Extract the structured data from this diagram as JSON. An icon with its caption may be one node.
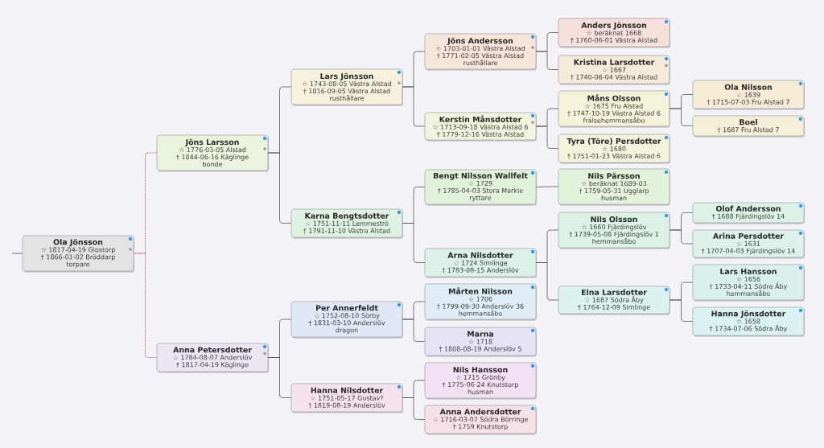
{
  "diagram": {
    "nodes": [
      {
        "text": [
          "Ola Jönsson",
          "☆ 1817-04-19 Glostorp",
          "† 1866-01-02 Bröddarp",
          "torpare"
        ]
      },
      {
        "text": [
          "Jöns Larsson",
          "☆ 1776-03-05 Alstad",
          "† 1844-06-16 Käglinge",
          "bonde"
        ]
      },
      {
        "text": [
          "Anna Petersdotter",
          "☆ 1784-08-07 Anderslöv",
          "† 1817-04-19 Käglinge"
        ]
      },
      {
        "text": [
          "Lars Jönsson",
          "☆ 1743-08-05 Västra Alstad",
          "† 1816-09-05 Västra Alstad",
          "rusthållare"
        ]
      },
      {
        "text": [
          "Karna Bengtsdotter",
          "☆ 1751-11-11 Lemmeströ",
          "† 1791-11-10 Västra Alstad"
        ]
      },
      {
        "text": [
          "Per Annerfeldt",
          "☆ 1752-08-10 Sörby",
          "† 1831-03-10 Anderslöv",
          "dragon"
        ]
      },
      {
        "text": [
          "Hanna Nilsdotter",
          "☆ 1751-05-17 Gustav?",
          "† 1819-08-19 Anderslöv"
        ]
      },
      {
        "text": [
          "Jöns Andersson",
          "☆ 1703-01-01 Västra Alstad",
          "† 1771-02-05 Västra Alstad",
          "rusthållare"
        ]
      },
      {
        "text": [
          "Kerstin Månsdotter",
          "☆ 1713-09-18 Västra Alstad 6",
          "† 1779-12-16 Västra Alstad"
        ]
      },
      {
        "text": [
          "Bengt Nilsson Wallfelt",
          "☆ 1729",
          "† 1785-04-03 Stora Markie",
          "ryttare"
        ]
      },
      {
        "text": [
          "Arna Nilsdotter",
          "☆ 1724 Simlinge",
          "† 1783-08-15 Anderslöv"
        ]
      },
      {
        "text": [
          "Mårten Nilsson",
          "☆ 1706",
          "† 1799-09-30 Anderslöv 36",
          "hemmansåbo"
        ]
      },
      {
        "text": [
          "Marna",
          "☆ 1718",
          "† 1808-08-19 Anderslöv 5"
        ]
      },
      {
        "text": [
          "Nils Hansson",
          "☆ 1715 Grönby",
          "† 1775-06-24 Knutstorp",
          "husman"
        ]
      },
      {
        "text": [
          "Anna Andersdotter",
          "☆ 1716-03-07 Södra Börringe",
          "† 1759 Knutstorp"
        ]
      },
      {
        "text": [
          "Anders Jönsson",
          "☆ beräknat 1668",
          "† 1760-06-01 Västra Alstad"
        ]
      },
      {
        "text": [
          "Kristina Larsdotter",
          "☆ 1667",
          "† 1740-06-04 Västra Alstad"
        ]
      },
      {
        "text": [
          "Måns Olsson",
          "☆ 1675 Fru Alstad",
          "† 1747-10-19 Västra Alstad 6",
          "frälsehemmansåbo"
        ]
      },
      {
        "text": [
          "Tyra (Töre) Persdotter",
          "☆ 1680",
          "† 1751-01-23 Västra Alstad 6"
        ]
      },
      {
        "text": [
          "Nils Pärsson",
          "☆ beräknat 1689-03",
          "† 1759-05-31 Ugglarp",
          "husman"
        ]
      },
      {
        "text": [
          "Nils Olsson",
          "☆ 1660 Fjärdingslöv",
          "† 1739-05-08 Fjärdingslöv 1",
          "hemmansåbo"
        ]
      },
      {
        "text": [
          "Elna Larsdotter",
          "☆ 1687 Södra Åby",
          "† 1764-12-09 Simlinge"
        ]
      },
      {
        "text": [
          "Ola Nilsson",
          "☆ 1639",
          "† 1715-07-03 Fru Alstad 7"
        ]
      },
      {
        "text": [
          "Boel",
          "† 1687 Fru Alstad 7"
        ]
      },
      {
        "text": [
          "Olof Andersson",
          "† 1688 Fjärdingslöv 14"
        ]
      },
      {
        "text": [
          "Arina Persdotter",
          "☆ 1631",
          "† 1707-04-03 Fjärdingslöv 14"
        ]
      },
      {
        "text": [
          "Lars Hansson",
          "☆ 1656",
          "† 1733-04-11 Södra Åby",
          "hemmansåbo"
        ]
      },
      {
        "text": [
          "Hanna Jönsdotter",
          "☆ 1658",
          "† 1734-07-06 Södra Åby"
        ]
      }
    ],
    "edges": [
      {
        "from": null,
        "to": 0,
        "arrow": "none"
      },
      {
        "from": 0,
        "to": 1,
        "arrow": "none",
        "style": "dashed",
        "color": "#b8454f"
      },
      {
        "from": 0,
        "to": 2,
        "arrow": "none",
        "style": "dashed",
        "color": "#b8454f"
      },
      {
        "from": 1,
        "to": 3,
        "arrow": "none"
      },
      {
        "from": 1,
        "to": 4,
        "arrow": "none"
      },
      {
        "from": 2,
        "to": 5,
        "arrow": "none"
      },
      {
        "from": 2,
        "to": 6,
        "arrow": "none"
      },
      {
        "from": 3,
        "to": 7,
        "arrow": "none"
      },
      {
        "from": 3,
        "to": 8,
        "arrow": "none"
      },
      {
        "from": 4,
        "to": 9,
        "arrow": "none"
      },
      {
        "from": 4,
        "to": 10,
        "arrow": "none"
      },
      {
        "from": 5,
        "to": 11,
        "arrow": "none"
      },
      {
        "from": 5,
        "to": 12,
        "arrow": "none"
      },
      {
        "from": 6,
        "to": 13,
        "arrow": "none"
      },
      {
        "from": 6,
        "to": 14,
        "arrow": "none"
      },
      {
        "from": 7,
        "to": 15,
        "arrow": "none"
      },
      {
        "from": 7,
        "to": 16,
        "arrow": "none"
      },
      {
        "from": 8,
        "to": 17,
        "arrow": "none"
      },
      {
        "from": 8,
        "to": 18,
        "arrow": "none"
      },
      {
        "from": 9,
        "to": 19,
        "arrow": "none"
      },
      {
        "from": 10,
        "to": 20,
        "arrow": "none"
      },
      {
        "from": 10,
        "to": 21,
        "arrow": "none"
      },
      {
        "from": 17,
        "to": 22,
        "arrow": "none"
      },
      {
        "from": 17,
        "to": 23,
        "arrow": "none"
      },
      {
        "from": 20,
        "to": 24,
        "arrow": "none"
      },
      {
        "from": 20,
        "to": 25,
        "arrow": "none"
      },
      {
        "from": 21,
        "to": 26,
        "arrow": "none"
      },
      {
        "from": 21,
        "to": 27,
        "arrow": "none"
      }
    ]
  }
}
